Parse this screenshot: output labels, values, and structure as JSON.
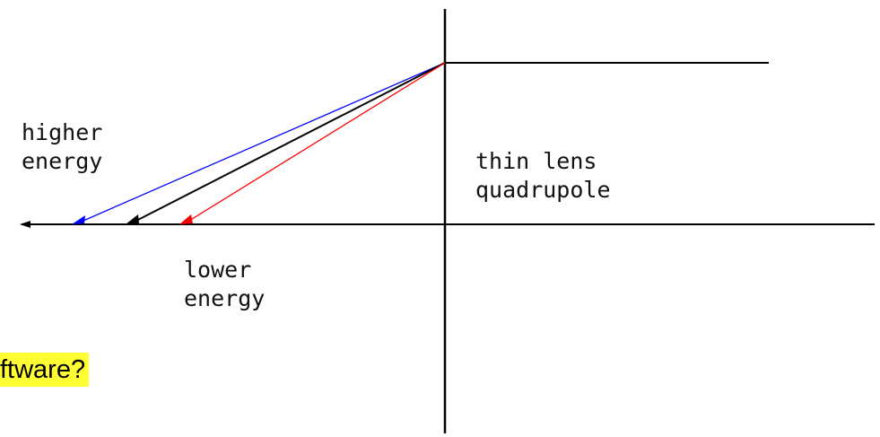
{
  "diagram": {
    "labels": {
      "higher_energy": "higher\nenergy",
      "thin_lens": "thin lens\nquadrupole",
      "lower_energy": "lower\nenergy"
    },
    "caption": "ftware?",
    "colors": {
      "axis": "#000000",
      "higher_ray": "#0000ff",
      "nominal_ray": "#000000",
      "lower_ray": "#ff0000",
      "caption_highlight": "#ffff33"
    }
  }
}
